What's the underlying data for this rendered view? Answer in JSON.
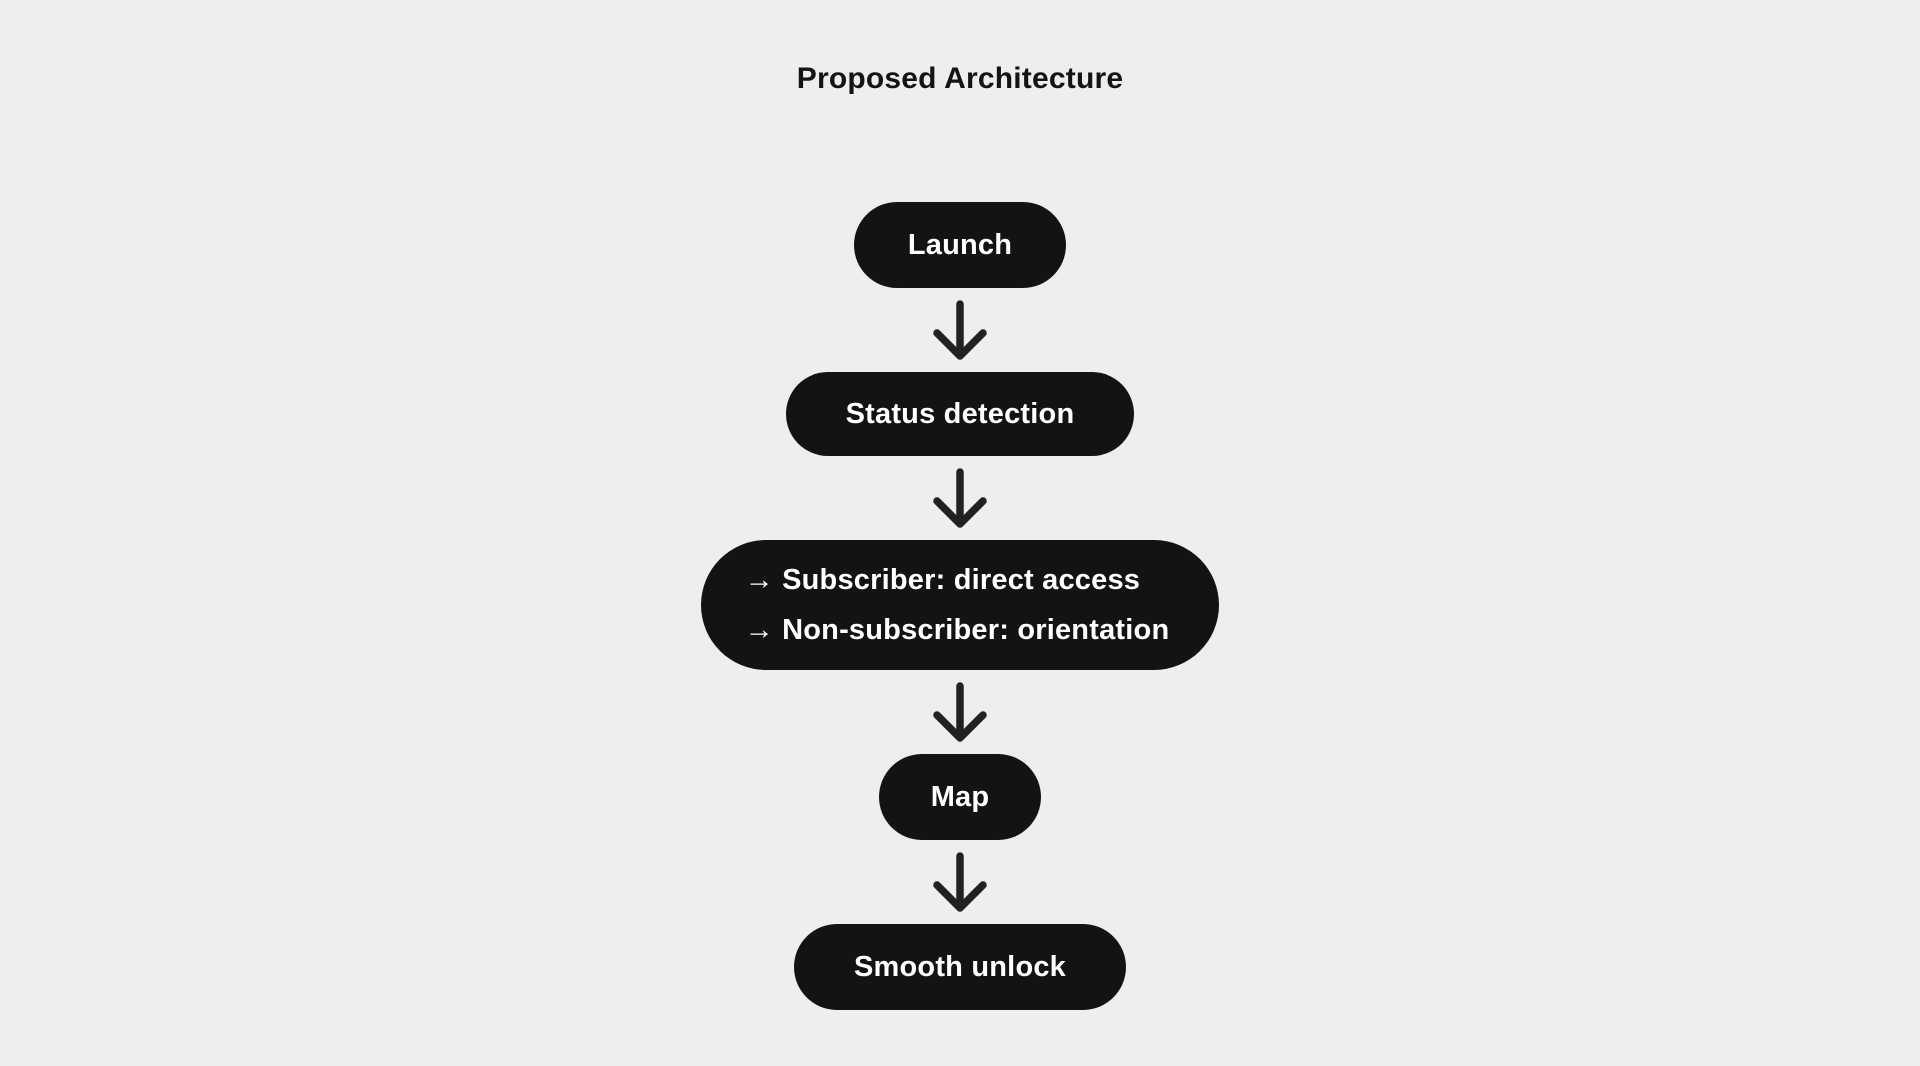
{
  "diagram": {
    "title": "Proposed Architecture",
    "colors": {
      "background": "#eeeeee",
      "node_fill": "#131313",
      "node_text": "#ffffff",
      "arrow_stroke": "#212121",
      "title_text": "#141414"
    },
    "icons": {
      "connector": "down-arrow-icon"
    },
    "nodes": [
      {
        "id": "launch",
        "label": "Launch"
      },
      {
        "id": "status-detection",
        "label": "Status detection"
      },
      {
        "id": "branch",
        "lines": [
          "→ Subscriber: direct access",
          "→ Non-subscriber: orientation"
        ]
      },
      {
        "id": "map",
        "label": "Map"
      },
      {
        "id": "smooth-unlock",
        "label": "Smooth unlock"
      }
    ]
  }
}
